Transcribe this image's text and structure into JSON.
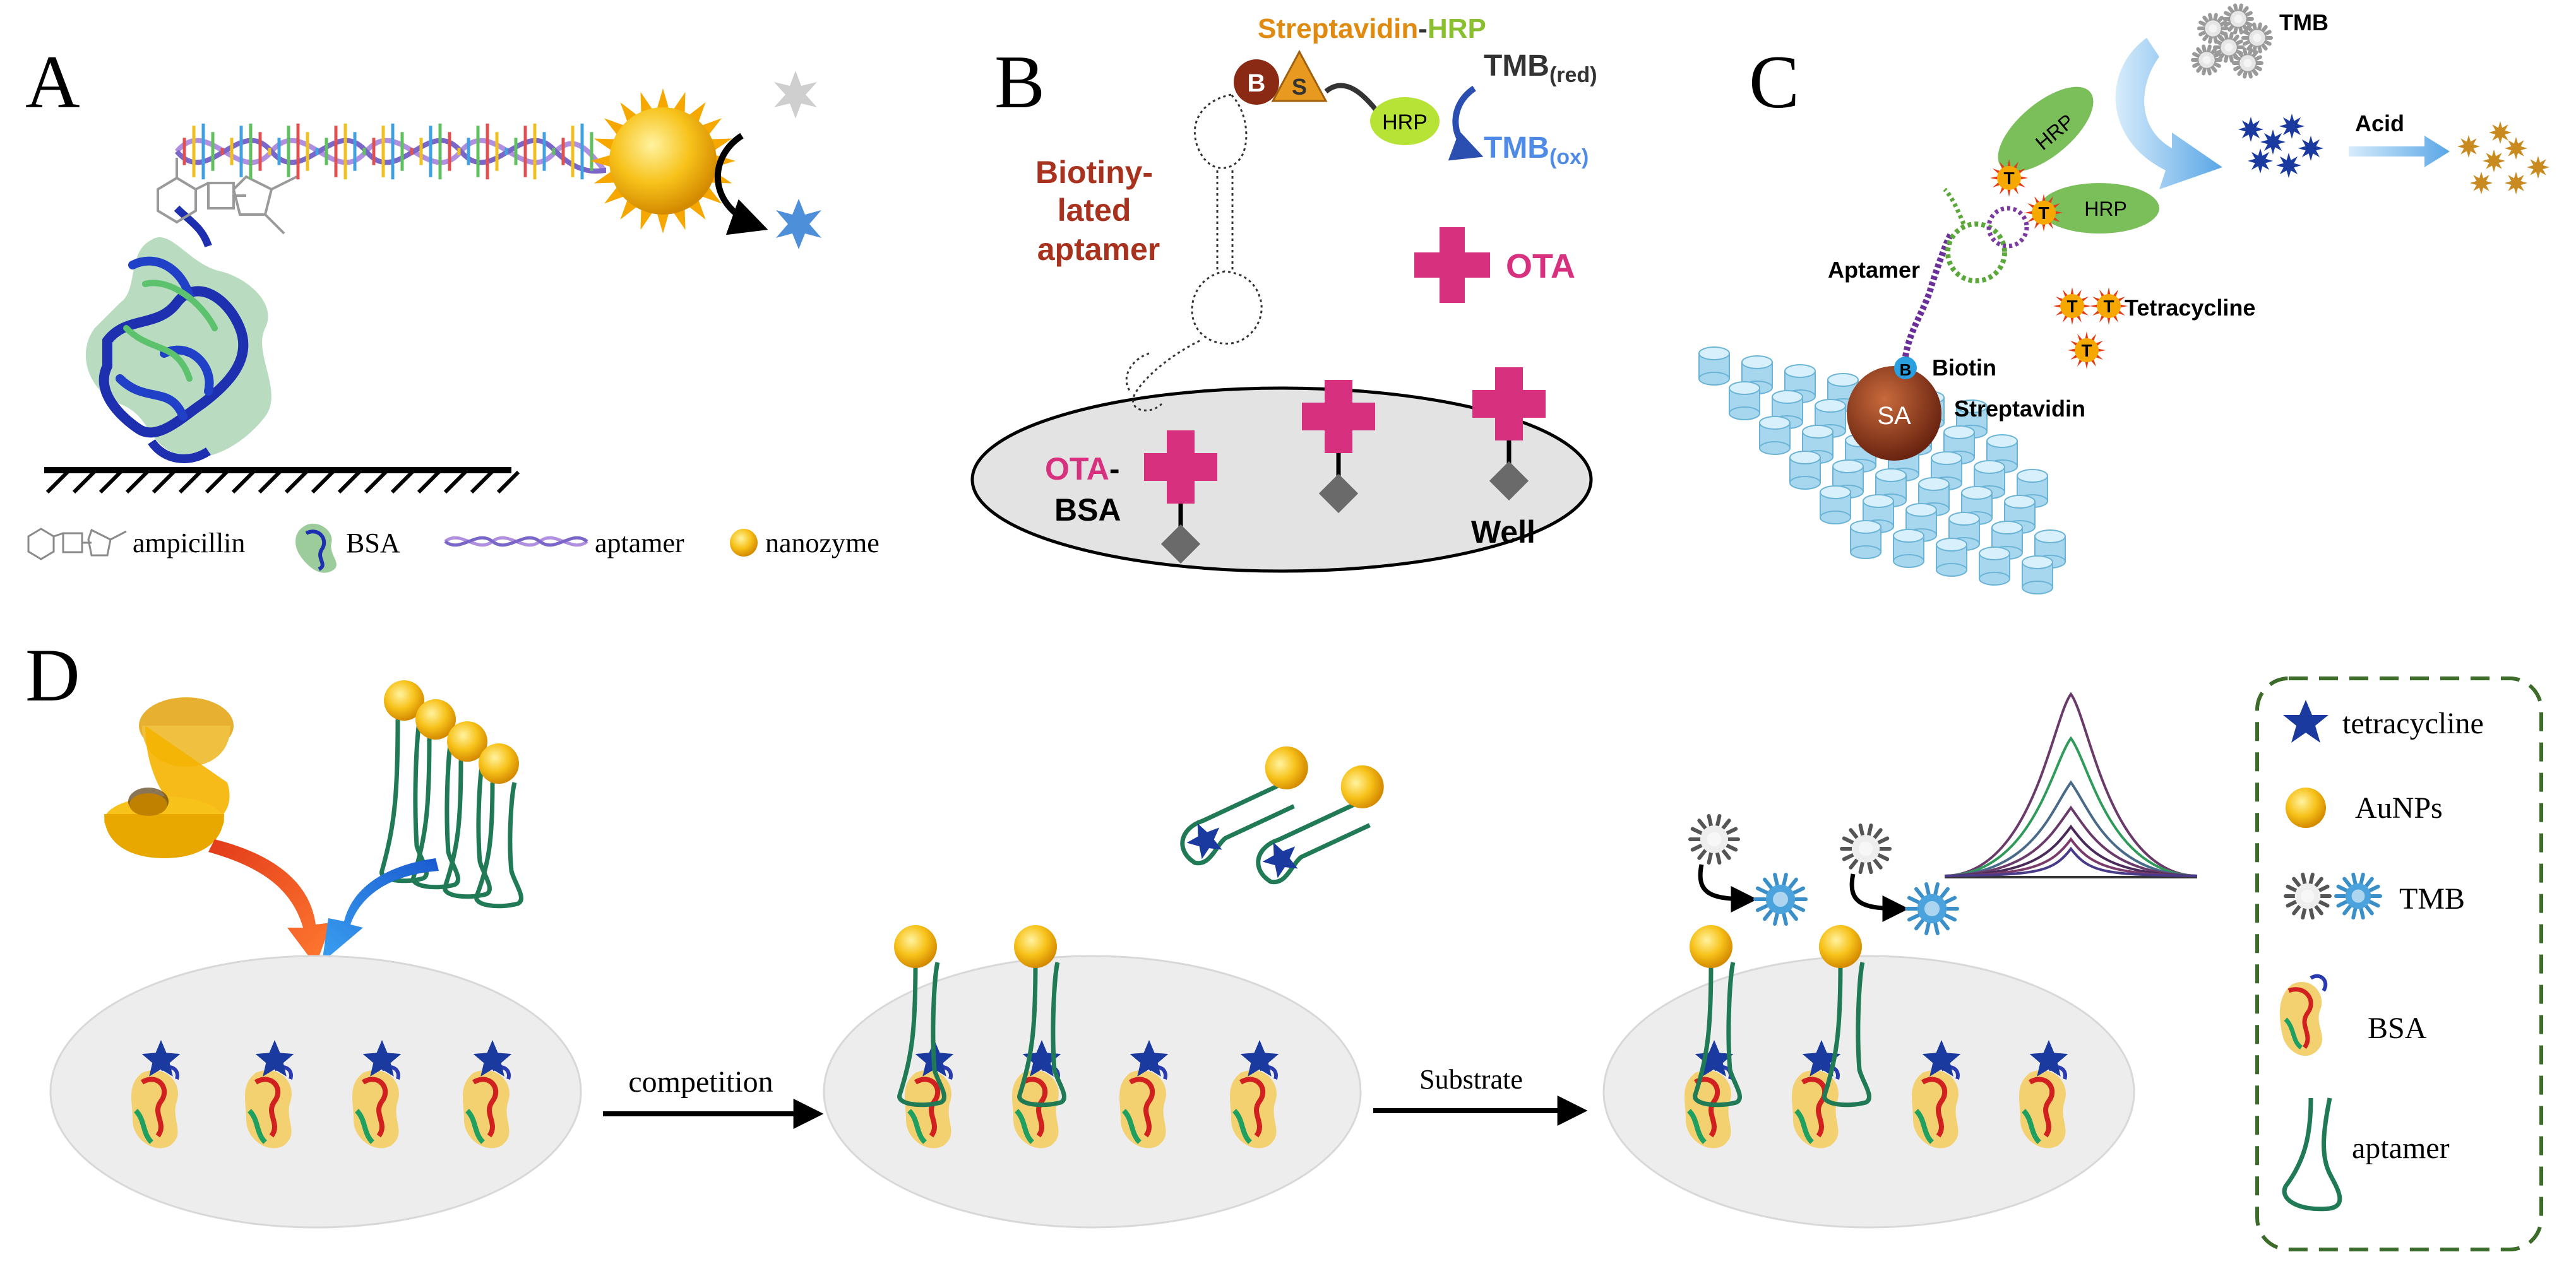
{
  "panels": {
    "a": {
      "letter": "A",
      "legend": {
        "ampicillin": "ampicillin",
        "bsa": "BSA",
        "aptamer": "aptamer",
        "nanozyme": "nanozyme"
      }
    },
    "b": {
      "letter": "B",
      "streptavidin": "Streptavidin",
      "dash": "-",
      "hrp_part": "HRP",
      "b_badge": "B",
      "s_badge": "S",
      "hrp_enzyme": "HRP",
      "tmb_red": "TMB",
      "tmb_red_sub": "(red)",
      "tmb_ox": "TMB",
      "tmb_ox_sub": "(ox)",
      "aptamer_label": [
        "Biotiny-",
        "lated",
        "aptamer"
      ],
      "ota": "OTA",
      "ota_prefix": "OTA",
      "ota_dash": "-",
      "bsa": "BSA",
      "well": "Well"
    },
    "c": {
      "letter": "C",
      "tmb": "TMB",
      "acid": "Acid",
      "hrp1": "HRP",
      "hrp2": "HRP",
      "t_badge": "T",
      "aptamer": "Aptamer",
      "tetracycline": "Tetracycline",
      "biotin": "Biotin",
      "b_badge": "B",
      "sa": "SA",
      "streptavidin": "Streptavidin"
    },
    "d": {
      "letter": "D",
      "competition": "competition",
      "substrate": "Substrate",
      "legend": {
        "tetracycline": "tetracycline",
        "aunps": "AuNPs",
        "tmb": "TMB",
        "bsa": "BSA",
        "aptamer": "aptamer"
      }
    }
  },
  "colors": {
    "gold": "#f5b400",
    "navy": "#1a3aa0",
    "magenta": "#d6307f",
    "aptamer_green": "#1f7a55",
    "hrp_green": "#7bbf5a",
    "legend_border": "#3c6b2a",
    "tmb_blue": "#4aa3dc",
    "sa_brown": "#8b3a1a"
  }
}
